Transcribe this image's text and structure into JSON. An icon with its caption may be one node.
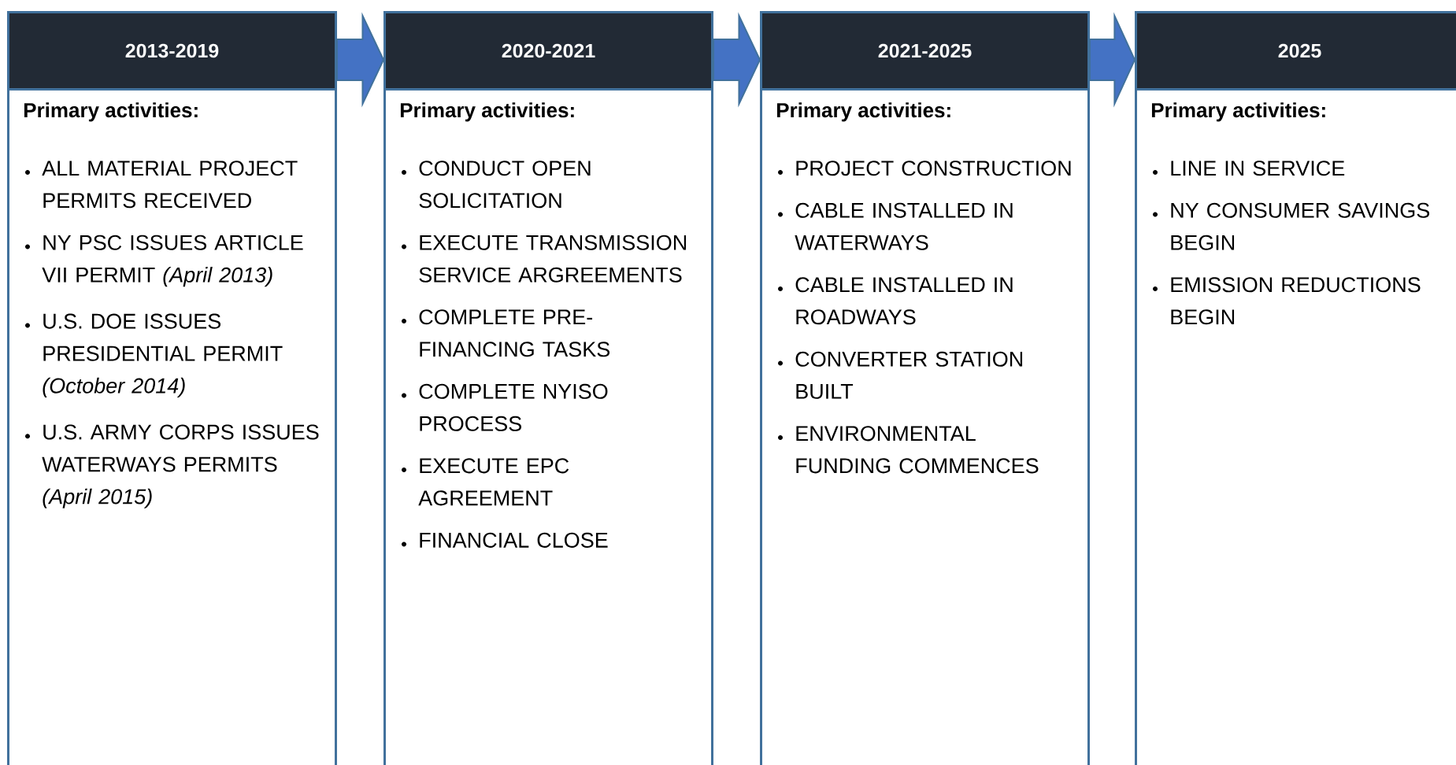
{
  "diagram": {
    "nodes": [
      {
        "text": [
          "2013-2019",
          "Primary activities:",
          "ALL MATERIAL PROJECT PERMITS RECEIVED",
          "NY PSC ISSUES ARTICLE VII PERMIT *(April 2013)*",
          "U.S. DOE ISSUES PRESIDENTIAL PERMIT *(October 2014)*",
          "U.S. ARMY CORPS ISSUES WATERWAYS PERMITS *(April 2015)*"
        ]
      },
      {
        "text": [
          "2020-2021",
          "Primary activities:",
          "CONDUCT OPEN SOLICITATION",
          "EXECUTE TRANSMISSION SERVICE ARGREEMENTS",
          "COMPLETE PRE-FINANCING TASKS",
          "COMPLETE NYISO PROCESS",
          "EXECUTE EPC AGREEMENT",
          "FINANCIAL CLOSE"
        ]
      },
      {
        "text": [
          "2021-2025",
          "Primary activities:",
          "PROJECT CONSTRUCTION",
          "CABLE INSTALLED IN WATERWAYS",
          "CABLE INSTALLED IN ROADWAYS",
          "CONVERTER STATION BUILT",
          "ENVIRONMENTAL FUNDING COMMENCES"
        ]
      },
      {
        "text": [
          "2025",
          "Primary activities:",
          "LINE IN SERVICE",
          "NY CONSUMER SAVINGS BEGIN",
          "EMISSION REDUCTIONS BEGIN"
        ]
      }
    ],
    "edges": [
      {
        "from": 0,
        "to": 1,
        "arrow": "to"
      },
      {
        "from": 1,
        "to": 2,
        "arrow": "to"
      },
      {
        "from": 2,
        "to": 3,
        "arrow": "to"
      }
    ]
  }
}
